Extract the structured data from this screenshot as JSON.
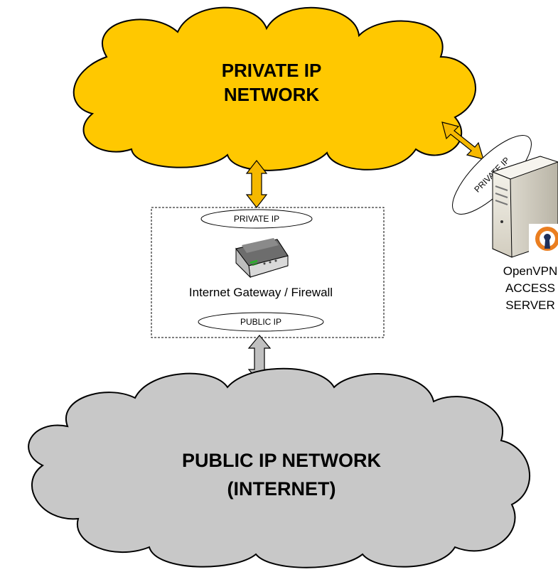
{
  "private_cloud": {
    "title_line1": "PRIVATE IP",
    "title_line2": "NETWORK",
    "fill_color": "#FFC800"
  },
  "public_cloud": {
    "title_line1": "PUBLIC IP NETWORK",
    "title_line2": "(INTERNET)",
    "fill_color": "#C8C8C8"
  },
  "gateway": {
    "private_ip_label": "PRIVATE IP",
    "device_label": "Internet Gateway / Firewall",
    "public_ip_label": "PUBLIC IP",
    "icon": "router-icon"
  },
  "vpn_server": {
    "private_ip_label": "PRIVATE IP",
    "label_line1": "OpenVPN",
    "label_line2": "ACCESS",
    "label_line3": "SERVER",
    "icon": "server-icon"
  },
  "connectors": {
    "private_color": "#F5B800",
    "public_color": "#C0C0C0"
  }
}
